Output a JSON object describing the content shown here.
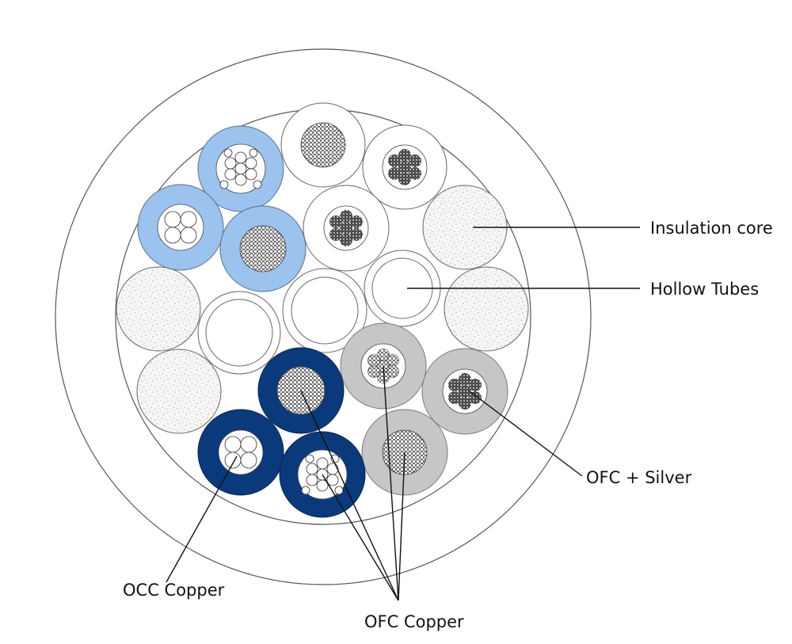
{
  "labels": {
    "insulation_core": "Insulation core",
    "hollow_tubes": "Hollow Tubes",
    "ofc_silver": "OFC + Silver",
    "occ_copper": "OCC Copper",
    "ofc_copper": "OFC Copper"
  },
  "colors": {
    "light_blue": "#9cc2ee",
    "navy": "#0b3a7c",
    "silver_gray": "#c6c6c6",
    "outline": "#555555",
    "white": "#ffffff"
  }
}
